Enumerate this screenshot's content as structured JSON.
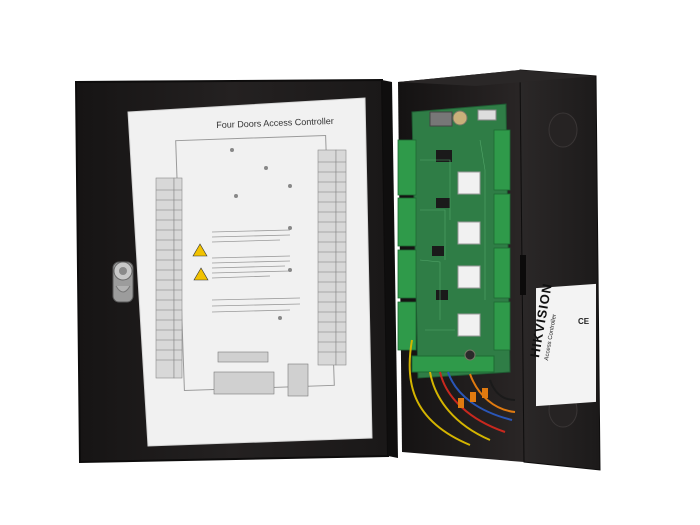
{
  "image": {
    "subject": "Open access controller enclosure",
    "manual_sheet": {
      "title": "Four Doors Access Controller"
    },
    "device_label": {
      "brand": "HIKVISION",
      "product": "Access Controller",
      "marks": "CE"
    },
    "colors": {
      "enclosure": "#1e1c1c",
      "pcb": "#2f7d46",
      "terminal_green": "#2f9a4a",
      "paper": "#f2f2f2",
      "background": "#ffffff"
    }
  }
}
